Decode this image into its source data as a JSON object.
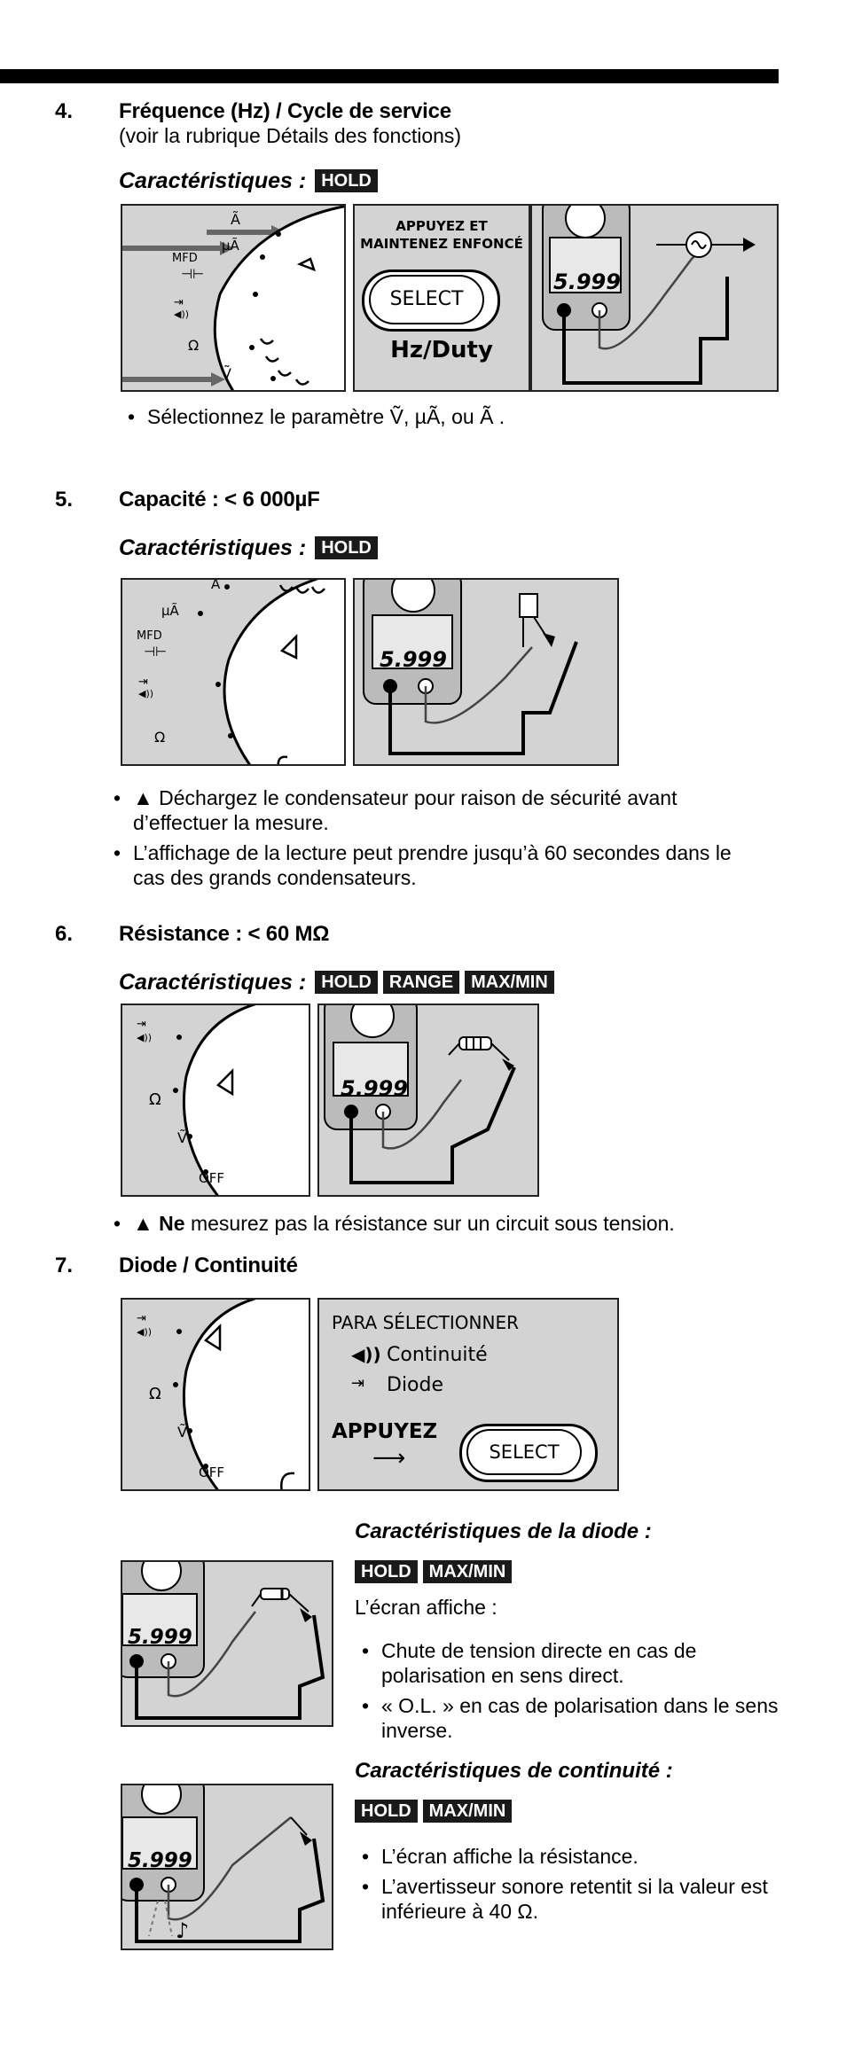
{
  "sections": {
    "freq": {
      "number": "4.",
      "title": "Fréquence (Hz) / Cycle de service",
      "subtitle": "(voir la rubrique Détails des fonctions)",
      "features_label": "Caractéristiques :",
      "badges": [
        "HOLD"
      ],
      "select_panel": {
        "line1": "APPUYEZ ET",
        "line2": "MAINTENEZ ENFONCÉ",
        "button": "SELECT",
        "mode": "Hz/Duty"
      },
      "dial_labels": [
        "Ã",
        "µÃ",
        "MFD",
        "Ω",
        "Ṽ"
      ],
      "bullet": "Sélectionnez le paramètre Ṽ, µÃ, ou Ã ."
    },
    "cap": {
      "number": "5.",
      "title": "Capacité : < 6 000µF",
      "features_label": "Caractéristiques :",
      "badges": [
        "HOLD"
      ],
      "dial_labels": [
        "A",
        "µÃ",
        "MFD",
        "Ω"
      ],
      "bullets": [
        "▲ Déchargez le condensateur pour raison de sécurité avant d’effectuer la mesure.",
        "L’affichage de la lecture peut prendre jusqu’à 60 secondes dans le cas des grands condensateurs."
      ]
    },
    "res": {
      "number": "6.",
      "title": "Résistance : < 60 MΩ",
      "features_label": "Caractéristiques :",
      "badges": [
        "HOLD",
        "RANGE",
        "MAX/MIN"
      ],
      "dial_labels": [
        "Ω",
        "Ṽ",
        "OFF"
      ],
      "bullet_strong": "▲ Ne",
      "bullet_rest": " mesurez pas la résistance sur un circuit sous tension."
    },
    "diode": {
      "number": "7.",
      "title": "Diode / Continuité",
      "dial_labels": [
        "Ω",
        "Ṽ",
        "OFF"
      ],
      "select_panel": {
        "header": "PARA SÉLECTIONNER",
        "opt1": "Continuité",
        "opt2": "Diode",
        "press": "APPUYEZ",
        "button": "SELECT"
      },
      "diode_features_label": "Caractéristiques de la diode :",
      "diode_badges": [
        "HOLD",
        "MAX/MIN"
      ],
      "screen_shows": "L’écran affiche :",
      "diode_bullets": [
        "Chute de tension directe en cas de polarisation en sens direct.",
        "« O.L. » en cas de polarisation dans le sens inverse."
      ],
      "cont_features_label": "Caractéristiques de continuité :",
      "cont_badges": [
        "HOLD",
        "MAX/MIN"
      ],
      "cont_bullets": [
        "L’écran affiche la résistance.",
        "L’avertisseur sonore retentit si la valeur est inférieure à 40 Ω."
      ]
    }
  },
  "meter_display": "5.999"
}
